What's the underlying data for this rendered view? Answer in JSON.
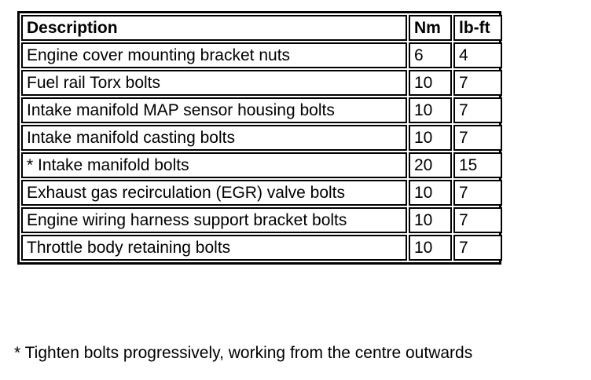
{
  "table": {
    "columns": [
      {
        "key": "description",
        "label": "Description"
      },
      {
        "key": "nm",
        "label": "Nm"
      },
      {
        "key": "lbft",
        "label": "lb-ft"
      }
    ],
    "rows": [
      {
        "description": "Engine cover mounting bracket nuts",
        "nm": "6",
        "lbft": "4"
      },
      {
        "description": "Fuel rail Torx bolts",
        "nm": "10",
        "lbft": "7"
      },
      {
        "description": "Intake manifold MAP sensor housing bolts",
        "nm": "10",
        "lbft": "7"
      },
      {
        "description": "Intake manifold casting bolts",
        "nm": "10",
        "lbft": "7"
      },
      {
        "description": "* Intake manifold bolts",
        "nm": "20",
        "lbft": "15"
      },
      {
        "description": "Exhaust gas recirculation (EGR) valve bolts",
        "nm": "10",
        "lbft": "7"
      },
      {
        "description": "Engine wiring harness support bracket bolts",
        "nm": "10",
        "lbft": "7"
      },
      {
        "description": "Throttle body retaining bolts",
        "nm": "10",
        "lbft": "7"
      }
    ]
  },
  "footnote": {
    "text": "* Tighten bolts progressively, working from the centre outwards"
  },
  "colors": {
    "text": "#000000",
    "background": "#ffffff",
    "border": "#000000"
  }
}
